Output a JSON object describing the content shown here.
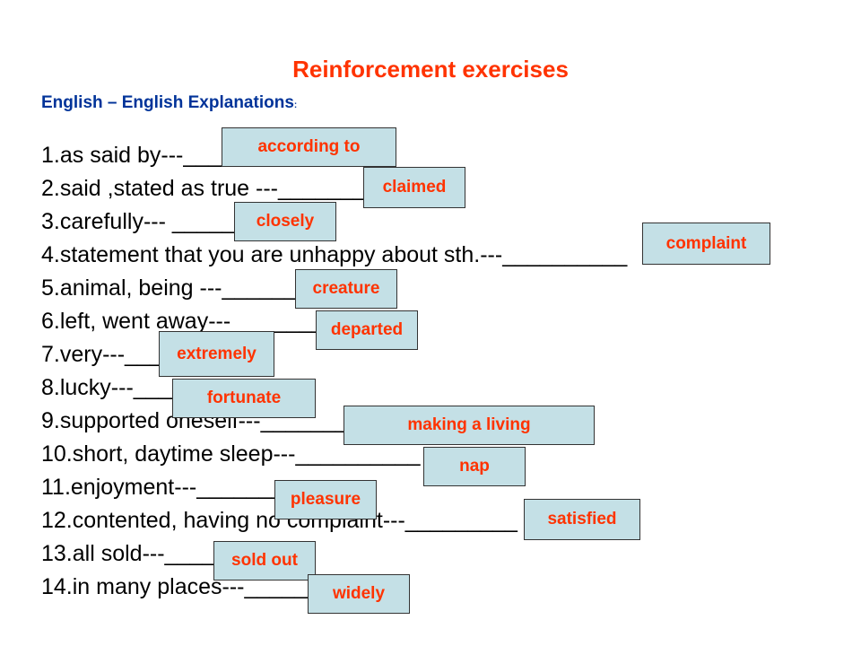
{
  "title": "Reinforcement exercises",
  "subtitle": "English – English Explanations",
  "subtitle_colon": ":",
  "colors": {
    "title": "#ff3300",
    "subtitle": "#003399",
    "answer_text": "#ff3300",
    "answer_box": "#c4e0e6"
  },
  "items": [
    {
      "text": "1.as said by---__________",
      "answer": "according to"
    },
    {
      "text": "2.said ,stated as true ---__________",
      "answer": "claimed"
    },
    {
      "text": "3.carefully--- __________",
      "answer": "closely"
    },
    {
      "text": "4.statement that you are unhappy about sth.---__________",
      "answer": "complaint"
    },
    {
      "text": "5.animal, being ---__________",
      "answer": "creature"
    },
    {
      "text": "6.left, went away--- __________",
      "answer": "departed"
    },
    {
      "text": "7.very---__________",
      "answer": "extremely"
    },
    {
      "text": "8.lucky---__________",
      "answer": "fortunate"
    },
    {
      "text": "9.supported oneself---__________",
      "answer": "making a living"
    },
    {
      "text": "10.short, daytime sleep---__________",
      "answer": "nap"
    },
    {
      "text": "11.enjoyment---__________",
      "answer": "pleasure"
    },
    {
      "text": "12.contented, having no complaint---_________",
      "answer": "satisfied"
    },
    {
      "text": "13.all sold---_________",
      "answer": "sold out"
    },
    {
      "text": "14.in many places---________",
      "answer": "widely"
    }
  ]
}
